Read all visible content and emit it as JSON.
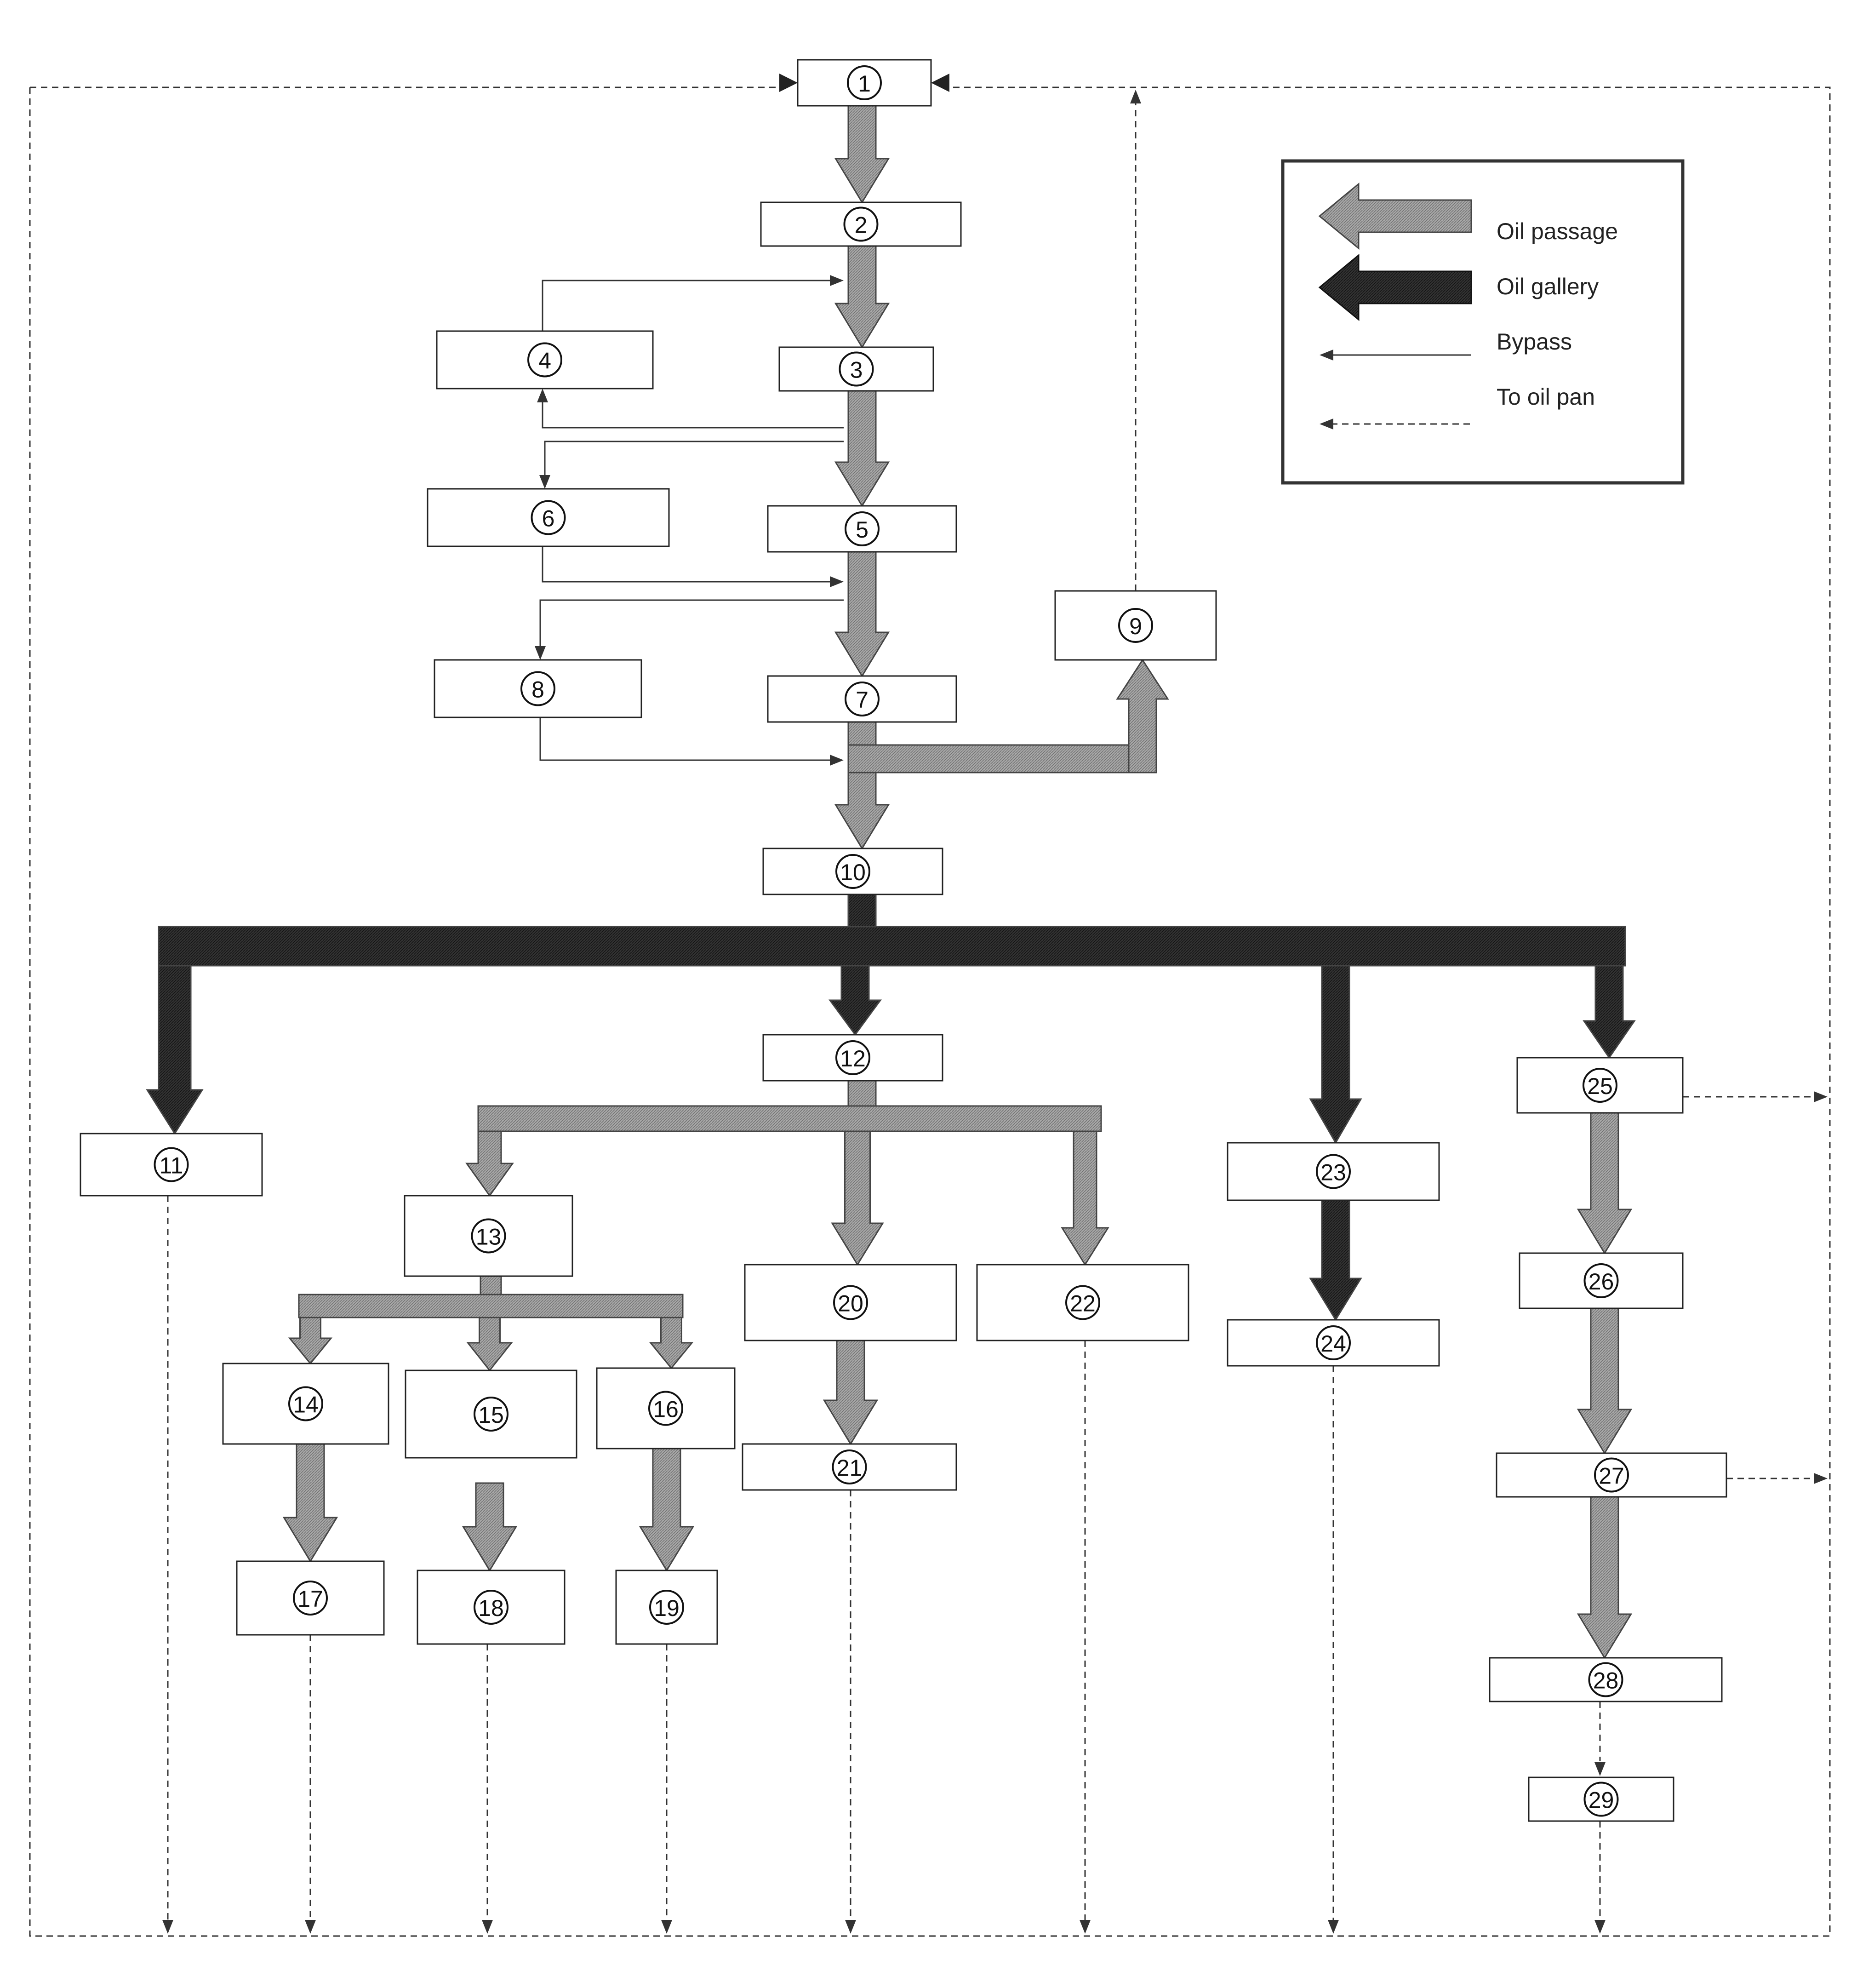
{
  "nodes": [
    {
      "id": "1",
      "label": "1"
    },
    {
      "id": "2",
      "label": "2"
    },
    {
      "id": "3",
      "label": "3"
    },
    {
      "id": "4",
      "label": "4"
    },
    {
      "id": "5",
      "label": "5"
    },
    {
      "id": "6",
      "label": "6"
    },
    {
      "id": "7",
      "label": "7"
    },
    {
      "id": "8",
      "label": "8"
    },
    {
      "id": "9",
      "label": "9"
    },
    {
      "id": "10",
      "label": "10"
    },
    {
      "id": "11",
      "label": "11"
    },
    {
      "id": "12",
      "label": "12"
    },
    {
      "id": "13",
      "label": "13"
    },
    {
      "id": "14",
      "label": "14"
    },
    {
      "id": "15",
      "label": "15"
    },
    {
      "id": "16",
      "label": "16"
    },
    {
      "id": "17",
      "label": "17"
    },
    {
      "id": "18",
      "label": "18"
    },
    {
      "id": "19",
      "label": "19"
    },
    {
      "id": "20",
      "label": "20"
    },
    {
      "id": "21",
      "label": "21"
    },
    {
      "id": "22",
      "label": "22"
    },
    {
      "id": "23",
      "label": "23"
    },
    {
      "id": "24",
      "label": "24"
    },
    {
      "id": "25",
      "label": "25"
    },
    {
      "id": "26",
      "label": "26"
    },
    {
      "id": "27",
      "label": "27"
    },
    {
      "id": "28",
      "label": "28"
    },
    {
      "id": "29",
      "label": "29"
    }
  ],
  "flows": {
    "oil_passage": [
      [
        "1",
        "2"
      ],
      [
        "2",
        "3"
      ],
      [
        "3",
        "5"
      ],
      [
        "5",
        "7"
      ],
      [
        "7",
        "10"
      ],
      [
        "7",
        "9"
      ],
      [
        "12",
        "13"
      ],
      [
        "12",
        "20"
      ],
      [
        "12",
        "22"
      ],
      [
        "13",
        "14"
      ],
      [
        "13",
        "15"
      ],
      [
        "13",
        "16"
      ],
      [
        "14",
        "17"
      ],
      [
        "15",
        "18"
      ],
      [
        "16",
        "19"
      ],
      [
        "20",
        "21"
      ],
      [
        "25",
        "26"
      ],
      [
        "26",
        "27"
      ],
      [
        "27",
        "28"
      ]
    ],
    "oil_gallery": [
      [
        "10",
        "11"
      ],
      [
        "10",
        "12"
      ],
      [
        "10",
        "23"
      ],
      [
        "10",
        "25"
      ],
      [
        "23",
        "24"
      ]
    ],
    "bypass": [
      [
        "4",
        "3"
      ],
      [
        "3",
        "4"
      ],
      [
        "3",
        "6"
      ],
      [
        "6",
        "5"
      ],
      [
        "5",
        "8"
      ],
      [
        "8",
        "7"
      ]
    ],
    "to_oil_pan": [
      "9",
      "11",
      "17",
      "18",
      "19",
      "21",
      "22",
      "24",
      "25",
      "27",
      "28",
      "29"
    ]
  },
  "legend": {
    "oil_passage": "Oil passage",
    "oil_gallery": "Oil gallery",
    "bypass": "Bypass",
    "to_oil_pan": "To oil pan"
  },
  "colors": {
    "oil_passage": "#9a9a9a",
    "oil_gallery": "#2e2e2e",
    "line": "#333333"
  }
}
